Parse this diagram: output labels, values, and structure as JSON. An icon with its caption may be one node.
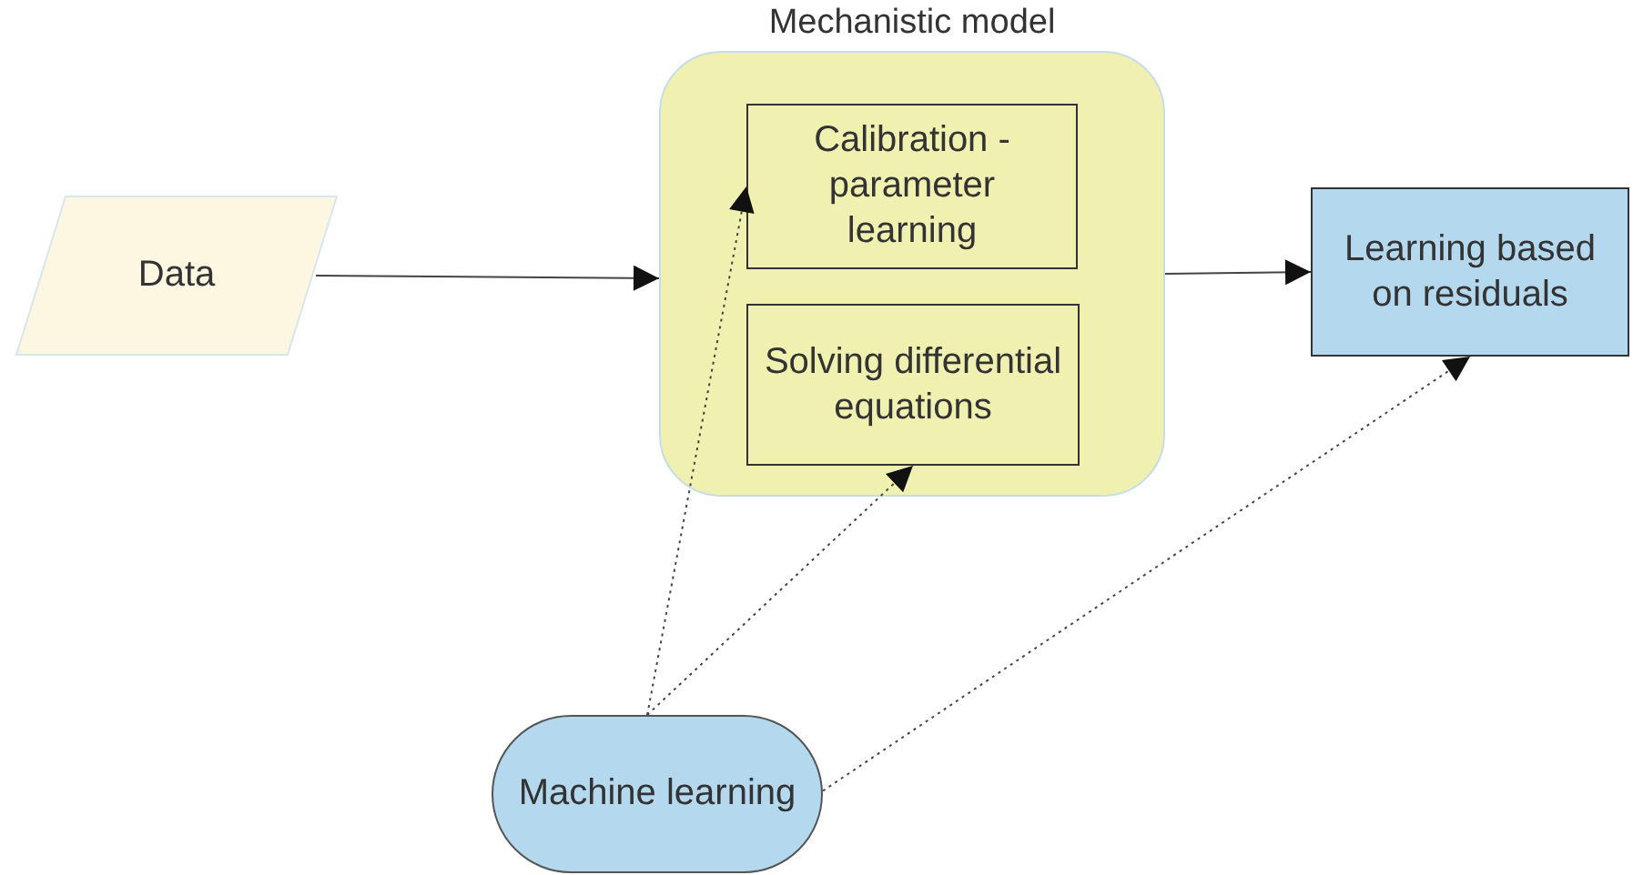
{
  "diagram": {
    "nodes": [
      {
        "text": [
          "Data"
        ]
      },
      {
        "text": [
          "Mechanistic model"
        ]
      },
      {
        "text": [
          "Calibration - parameter learning"
        ],
        "in": 1
      },
      {
        "text": [
          "Solving differential equations"
        ],
        "in": 1
      },
      {
        "text": [
          "Learning based on residuals"
        ]
      },
      {
        "text": [
          "Machine learning"
        ]
      }
    ],
    "edges": [
      {
        "from": 0,
        "to": 1,
        "arrow": "to"
      },
      {
        "from": 1,
        "to": 4,
        "arrow": "to"
      },
      {
        "from": 5,
        "to": 2,
        "arrow": "to",
        "style": "dashed"
      },
      {
        "from": 5,
        "to": 3,
        "arrow": "to",
        "style": "dashed"
      },
      {
        "from": 5,
        "to": 4,
        "arrow": "to",
        "style": "dashed"
      }
    ]
  }
}
